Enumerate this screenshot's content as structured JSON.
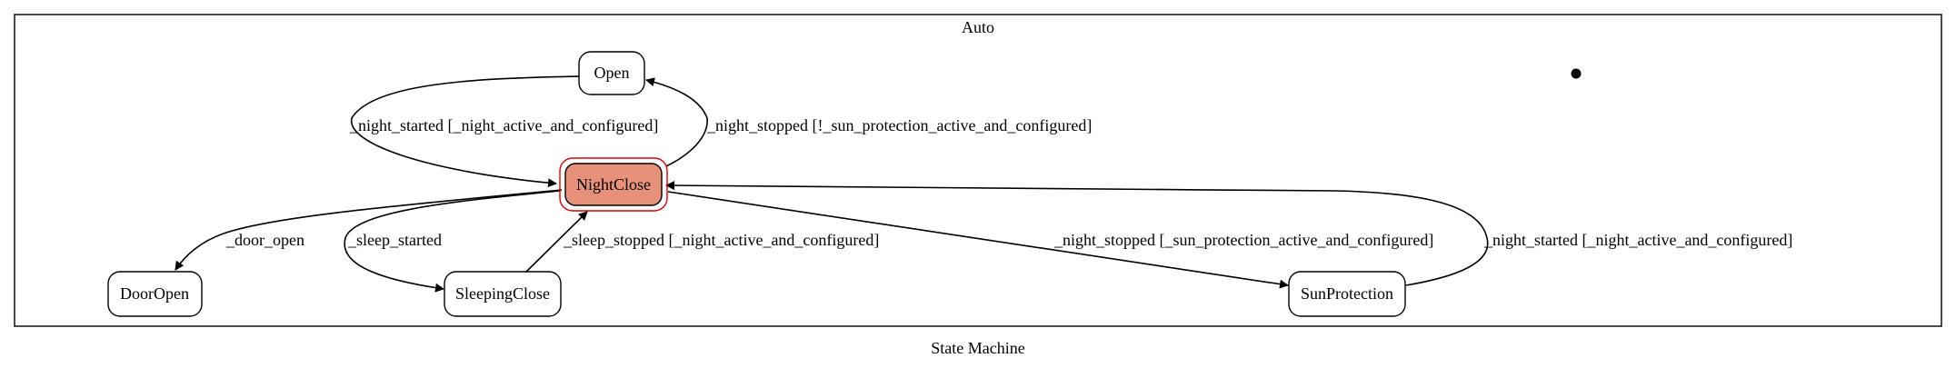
{
  "diagram": {
    "caption": "State Machine",
    "cluster_label": "Auto",
    "active_state_color": "#e8917a",
    "active_ring_color": "#e00000",
    "states": [
      {
        "id": "open",
        "label": "Open"
      },
      {
        "id": "night_close",
        "label": "NightClose",
        "active": true
      },
      {
        "id": "door_open",
        "label": "DoorOpen"
      },
      {
        "id": "sleeping_close",
        "label": "SleepingClose"
      },
      {
        "id": "sun_protection",
        "label": "SunProtection"
      }
    ],
    "transitions": [
      {
        "from": "open",
        "to": "night_close",
        "label": "_night_started [_night_active_and_configured]"
      },
      {
        "from": "night_close",
        "to": "open",
        "label": "_night_stopped [!_sun_protection_active_and_configured]"
      },
      {
        "from": "night_close",
        "to": "door_open",
        "label": "_door_open"
      },
      {
        "from": "night_close",
        "to": "sleeping_close",
        "label": "_sleep_started"
      },
      {
        "from": "sleeping_close",
        "to": "night_close",
        "label": "_sleep_stopped [_night_active_and_configured]"
      },
      {
        "from": "night_close",
        "to": "sun_protection",
        "label": "_night_stopped [_sun_protection_active_and_configured]"
      },
      {
        "from": "sun_protection",
        "to": "night_close",
        "label": "_night_started [_night_active_and_configured]"
      }
    ]
  }
}
